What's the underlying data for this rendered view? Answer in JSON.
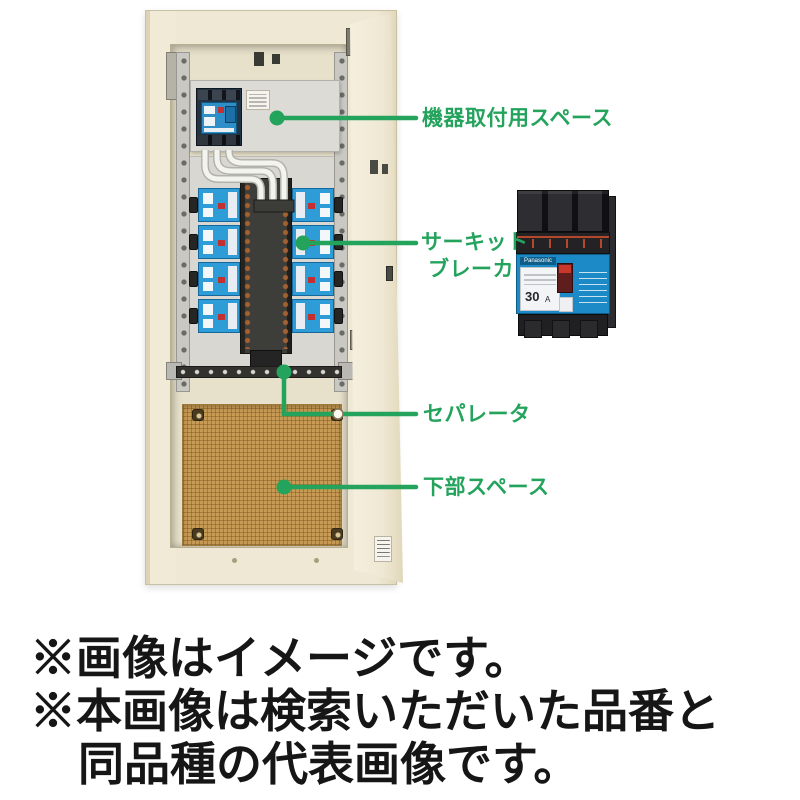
{
  "colors": {
    "accent_green": "#23a35c",
    "breaker_blue": "#2e9cd6",
    "cabinet_cream": "#efe8d4",
    "board_tan": "#c79b55"
  },
  "callouts": {
    "equipment_space": {
      "label": "機器取付用スペース"
    },
    "circuit_breaker": {
      "label_line1": "サーキット",
      "label_line2": "ブレーカ"
    },
    "separator": {
      "label": "セパレータ"
    },
    "lower_space": {
      "label": "下部スペース"
    }
  },
  "product_breaker": {
    "brand": "Panasonic",
    "rating_value": "30",
    "rating_unit": "A"
  },
  "disclaimer": {
    "line1": "※画像はイメージです。",
    "line2": "※本画像は検索いただいた品番と",
    "line3": "同品種の代表画像です。"
  }
}
